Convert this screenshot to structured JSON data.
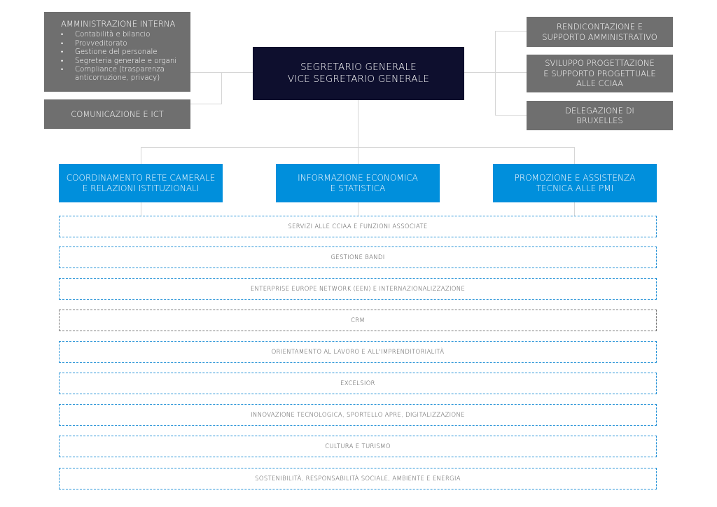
{
  "admin": {
    "title": "AMMINISTRAZIONE INTERNA",
    "items": [
      "Contabilità e bilancio",
      "Provveditorato",
      "Gestione del personale",
      "Segreteria generale e organi",
      "Compliance (trasparenza anticorruzione, privacy)"
    ]
  },
  "comunicazione": {
    "label": "COMUNICAZIONE E ICT"
  },
  "segretario": {
    "line1": "SEGRETARIO GENERALE",
    "line2": "VICE SEGRETARIO GENERALE"
  },
  "right_staff": [
    {
      "line1": "RENDICONTAZIONE E",
      "line2": "SUPPORTO AMMINISTRATIVO",
      "line3": ""
    },
    {
      "line1": "SVILUPPO PROGETTAZIONE",
      "line2": "E SUPPORTO PROGETTUALE",
      "line3": "ALLE CCIAA"
    },
    {
      "line1": "DELEGAZIONE DI",
      "line2": "BRUXELLES",
      "line3": ""
    }
  ],
  "divisions": [
    {
      "line1": "COORDINAMENTO RETE CAMERALE",
      "line2": "E RELAZIONI ISTITUZIONALI"
    },
    {
      "line1": "INFORMAZIONE ECONOMICA",
      "line2": "E STATISTICA"
    },
    {
      "line1": "PROMOZIONE E ASSISTENZA",
      "line2": "TECNICA ALLE PMI"
    }
  ],
  "areas": [
    "SERVIZI ALLE CCIAA E FUNZIONI ASSOCIATE",
    "GESTIONE BANDI",
    "ENTERPRISE EUROPE NETWORK (EEN) E INTERNAZIONALIZZAZIONE",
    "CRM",
    "ORIENTAMENTO AL LAVORO E ALL'IMPRENDITORIALITÀ",
    "EXCELSIOR",
    "INNOVAZIONE TECNOLOGICA, SPORTELLO APRE, DIGITALIZZAZIONE",
    "CULTURA E TURISMO",
    "SOSTENIBILITÀ, RESPONSABILITÀ SOCIALE, AMBIENTE E ENERGIA"
  ],
  "colors": {
    "staff_gray": "#6f6f6f",
    "top_navy": "#0e0f2e",
    "division_blue": "#008fdc",
    "area_border_blue": "#2a95d8",
    "area_border_gray": "#7a7a7a"
  }
}
